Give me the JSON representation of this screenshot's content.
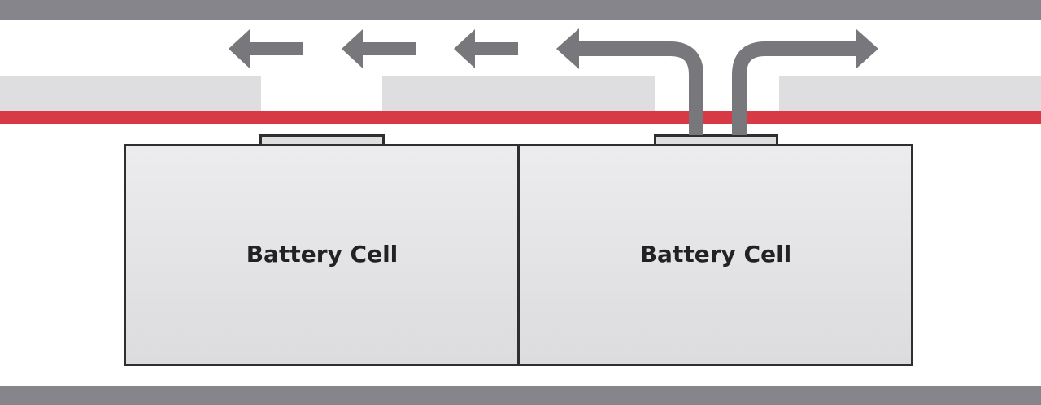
{
  "colors": {
    "enclosure_bar": "#85858b",
    "cover_strip": "#dedee1",
    "red_layer": "#d83a45",
    "cell_fill_top": "#ececee",
    "cell_fill_bottom": "#dcdcdf",
    "cell_border": "#2f2f2f",
    "arrow": "#77777c",
    "label": "#222222"
  },
  "cells": [
    {
      "label": "Battery Cell",
      "venting": false
    },
    {
      "label": "Battery Cell",
      "venting": true
    }
  ],
  "gas_flow_arrows": [
    {
      "direction": "left"
    },
    {
      "direction": "left"
    },
    {
      "direction": "left"
    },
    {
      "direction": "left"
    },
    {
      "direction": "right"
    }
  ]
}
